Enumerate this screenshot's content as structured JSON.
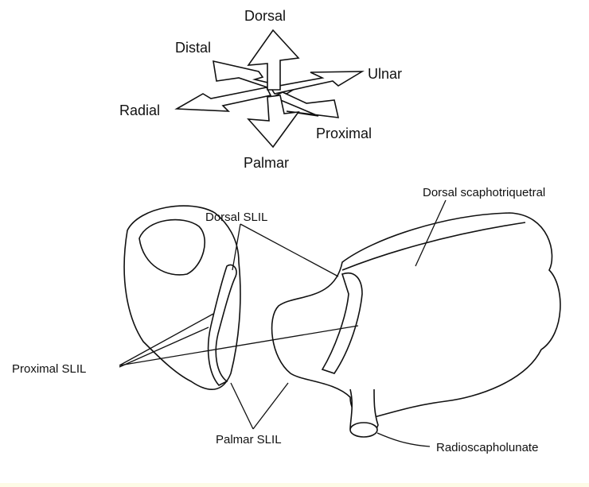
{
  "orientation_labels": {
    "dorsal": "Dorsal",
    "distal": "Distal",
    "ulnar": "Ulnar",
    "radial": "Radial",
    "proximal": "Proximal",
    "palmar": "Palmar"
  },
  "structure_labels": {
    "dorsal_scaphotriquetral": "Dorsal scaphotriquetral",
    "dorsal_slil": "Dorsal SLIL",
    "proximal_slil": "Proximal SLIL",
    "palmar_slil": "Palmar SLIL",
    "radioscapholunate": "Radioscapholunate"
  }
}
